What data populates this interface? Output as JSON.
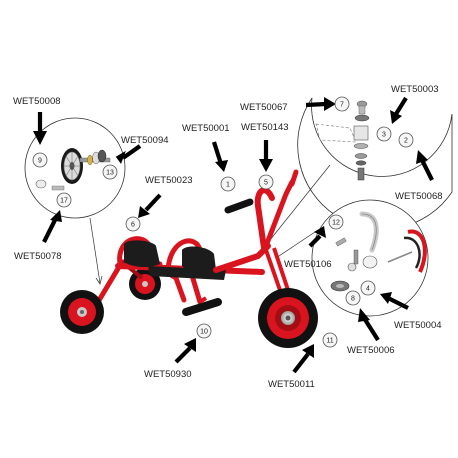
{
  "codes": {
    "c1": "WET50008",
    "c2": "WET50094",
    "c3": "WET50078",
    "c4": "WET50023",
    "c5": "WET50001",
    "c6": "WET50067",
    "c7": "WET50143",
    "c8": "WET50003",
    "c9": "WET50068",
    "c10": "WET50106",
    "c11": "WET50004",
    "c12": "WET50006",
    "c13": "WET50930",
    "c14": "WET50011"
  },
  "callouts": {
    "n1": "1",
    "n2": "2",
    "n3": "3",
    "n4": "4",
    "n5": "5",
    "n6": "6",
    "n7": "7",
    "n8": "8",
    "n9": "9",
    "n10": "10",
    "n11": "11",
    "n12": "12",
    "n13": "13",
    "n17": "17"
  },
  "colors": {
    "frame_red": "#d9141e",
    "frame_dark_red": "#a40d14",
    "tyre": "#111111",
    "seat": "#1c1c1c",
    "hub_grey": "#c8c8c8",
    "arrow": "#000000"
  }
}
